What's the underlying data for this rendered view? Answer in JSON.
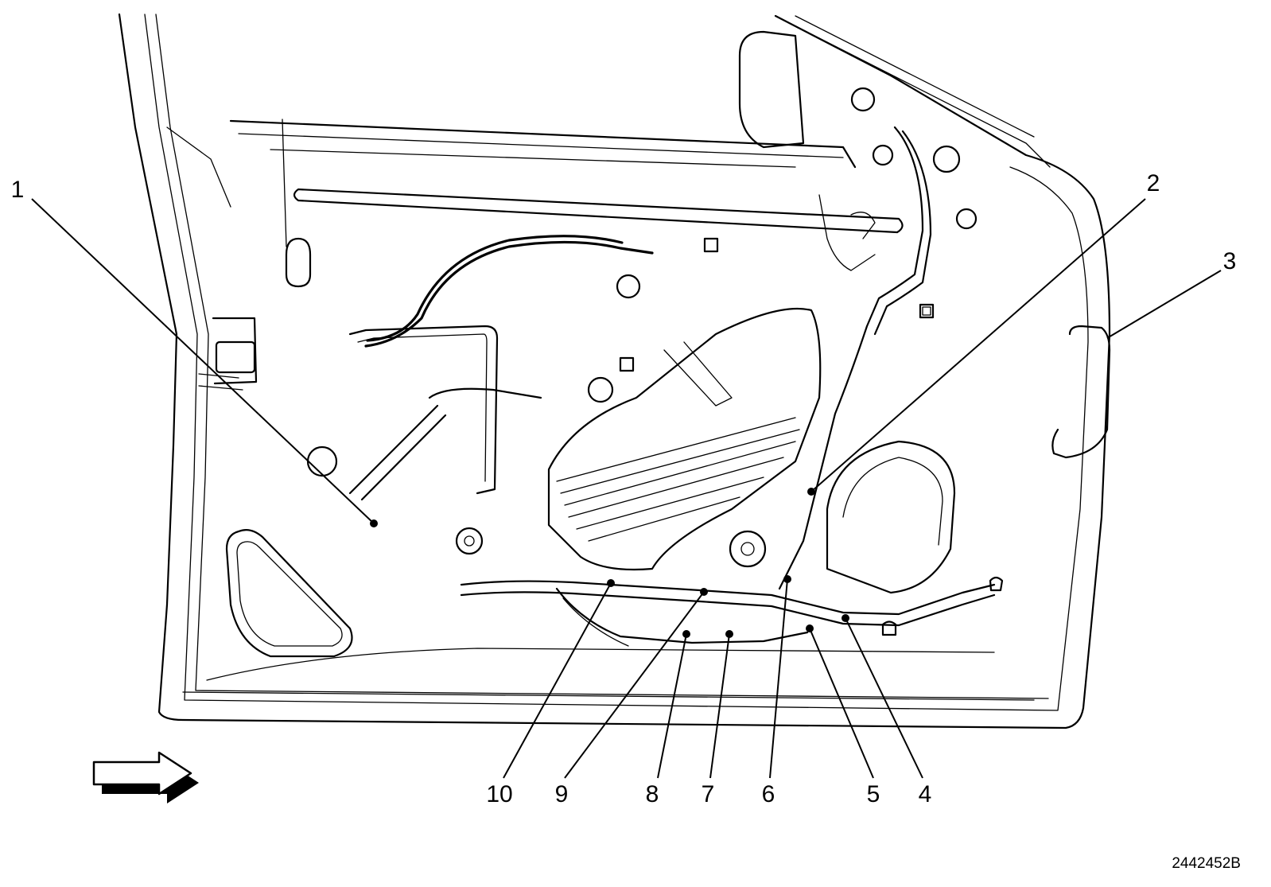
{
  "figure_id": "2442452B",
  "callouts": [
    {
      "id": "callout-1",
      "label": "1"
    },
    {
      "id": "callout-2",
      "label": "2"
    },
    {
      "id": "callout-3",
      "label": "3"
    },
    {
      "id": "callout-4",
      "label": "4"
    },
    {
      "id": "callout-5",
      "label": "5"
    },
    {
      "id": "callout-6",
      "label": "6"
    },
    {
      "id": "callout-7",
      "label": "7"
    },
    {
      "id": "callout-8",
      "label": "8"
    },
    {
      "id": "callout-9",
      "label": "9"
    },
    {
      "id": "callout-10",
      "label": "10"
    }
  ],
  "icons": {
    "direction_arrow": "arrow-right-icon"
  }
}
